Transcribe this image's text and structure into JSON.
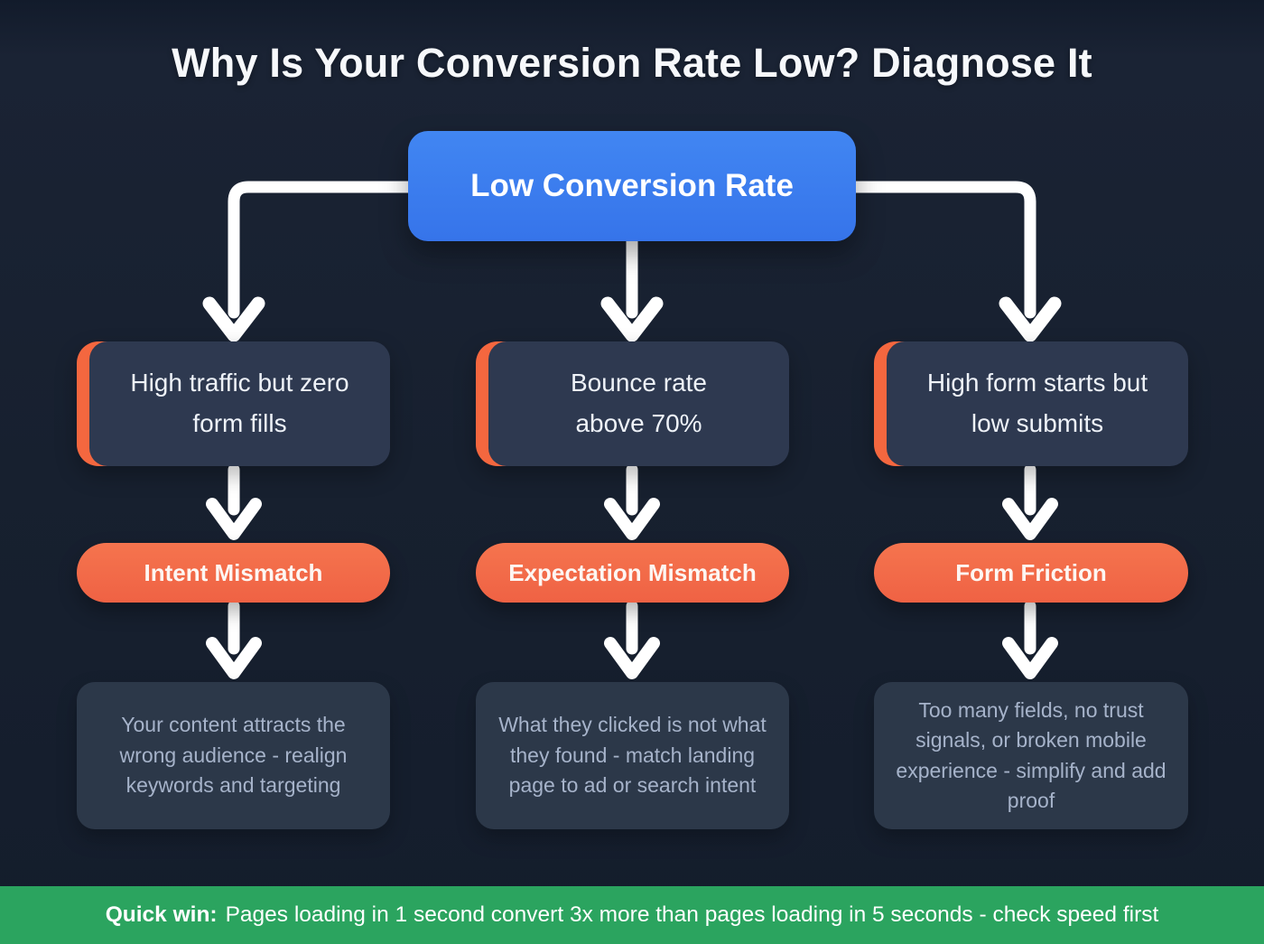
{
  "title": "Why Is Your Conversion Rate Low? Diagnose It",
  "root": {
    "label": "Low Conversion Rate"
  },
  "columns": [
    {
      "symptom": "High traffic but zero form fills",
      "cause": "Intent Mismatch",
      "detail": "Your content attracts the wrong audience - realign keywords and targeting"
    },
    {
      "symptom": "Bounce rate above 70%",
      "cause": "Expectation Mismatch",
      "detail": "What they clicked is not what they found - match landing page to ad or search intent"
    },
    {
      "symptom": "High form starts but low submits",
      "cause": "Form Friction",
      "detail": "Too many fields, no trust signals, or broken mobile experience - simplify and add proof"
    }
  ],
  "footer": {
    "prefix": "Quick win:",
    "text": "Pages loading in 1 second convert 3x more than pages loading in 5 seconds - check speed first"
  },
  "colors": {
    "background": "#17202f",
    "root_blue": "#3b7cf0",
    "accent_orange": "#f3684a",
    "box_slate": "#2e3950",
    "detail_text": "#a6b3ca",
    "footer_green": "#2ba45f",
    "arrow_white": "#ffffff"
  }
}
